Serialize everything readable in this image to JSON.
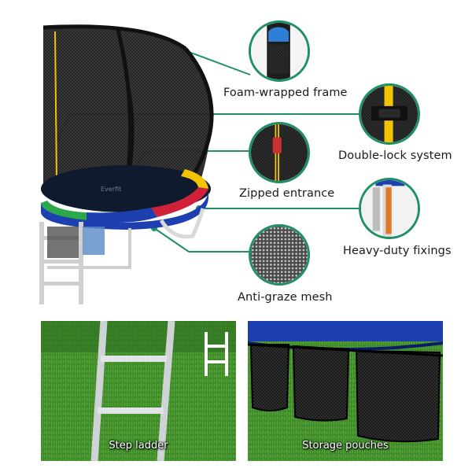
{
  "features": {
    "foam_frame": "Foam-wrapped frame",
    "double_lock": "Double-lock system",
    "zipped_entrance": "Zipped entrance",
    "heavy_fixings": "Heavy-duty fixings",
    "anti_graze": "Anti-graze mesh"
  },
  "panels": {
    "ladder": "Step ladder",
    "pouches": "Storage pouches"
  },
  "brand": "Everfit",
  "colors": {
    "accent_green": "#1f8f67",
    "pad_blue": "#1e3fb0",
    "pad_red": "#d0203a",
    "pad_yellow": "#f2c300",
    "pad_green": "#2aa84a",
    "grass": "#3f8a2a"
  },
  "icons": [
    "ladder-icon"
  ]
}
